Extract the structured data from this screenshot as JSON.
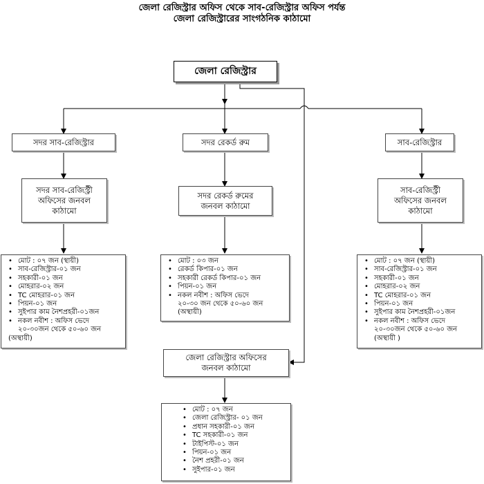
{
  "header": {
    "line1": "জেলা রেজিস্ট্রার অফিস থেকে সাব-রেজিস্ট্রার অফিস পর্যন্ত",
    "line2": "জেলা রেজিস্ট্রারের সাংগঠনিক কাঠামো"
  },
  "root": {
    "label": "জেলা রেজিস্ট্রার"
  },
  "branches": {
    "left": {
      "title": "সদর সাব-রেজিস্ট্রার",
      "sub": [
        "সদর সাব-রেজিস্ট্রী",
        "অফিসের জনবল",
        "কাঠামো"
      ],
      "items": [
        "মোট : ০৭ জন (স্থায়ী)",
        "সাব-রেজিস্ট্রার-০১ জন",
        "সহকারী-০১ জন",
        "মোহরার-০২ জন",
        "TC মোহরার-০১ জন",
        "পিয়ন-০১ জন",
        "সুইপার কাম নৈশপ্রহরী-০১জন",
        "নকল নবীশ : অফিস ভেদে",
        "২০-৩০জন থেকে ৫০-৬০ জন"
      ],
      "tail": "(অস্থায়ী)"
    },
    "middle": {
      "title": "সদর রেকর্ড রুম",
      "sub": [
        "সদর রেকর্ড রুমের",
        "জনবল কাঠামো"
      ],
      "items": [
        "মোট : ০৩ জন",
        "রেকর্ড কিপার-০১ জন",
        "সহকারী রেকর্ড কিপার-০১ জন",
        "পিয়ন-০১ জন",
        "নকল নবীশ : অফিস ভেদে",
        "২০-৩০ জন থেকে ৫০-৬০ জন"
      ],
      "tail": "(অস্থায়ী)"
    },
    "right": {
      "title": "সাব-রেজিস্ট্রার",
      "sub": [
        "সাব-রেজিস্ট্রী",
        "অফিসের জনবল",
        "কাঠামো"
      ],
      "items": [
        "মোট : ০৭ জন (স্থায়ী)",
        "সাব-রেজিস্ট্রার-০১ জন",
        "সহকারী-০১ জন",
        "মোহরার-০২ জন",
        "TC মোহরার-০১ জন",
        "পিয়ন-০১ জন",
        "সুইপার কাম নৈশপ্রহরী-০১জন",
        "নকল নবীশ : অফিস ভেদে",
        "২০-৩০জন থেকে ৫০-৬০ জন"
      ],
      "tail": "(অস্থায়ী )"
    },
    "district": {
      "sub": [
        "জেলা রেজিস্ট্রার অফিসের",
        "জনবল কাঠামো"
      ],
      "items": [
        "মোট : ০৭ জন",
        "জেলা রেজিস্ট্রার- ০১ জন",
        "প্রধান সহকারী-০১ জন",
        "TC সহকারী-০১ জন",
        "টাইপিস্ট-০১ জন",
        "পিয়ন-০১ জন",
        "নৈশ প্রহরী-০১ জন",
        "সুইপার-০১ জন"
      ]
    }
  }
}
